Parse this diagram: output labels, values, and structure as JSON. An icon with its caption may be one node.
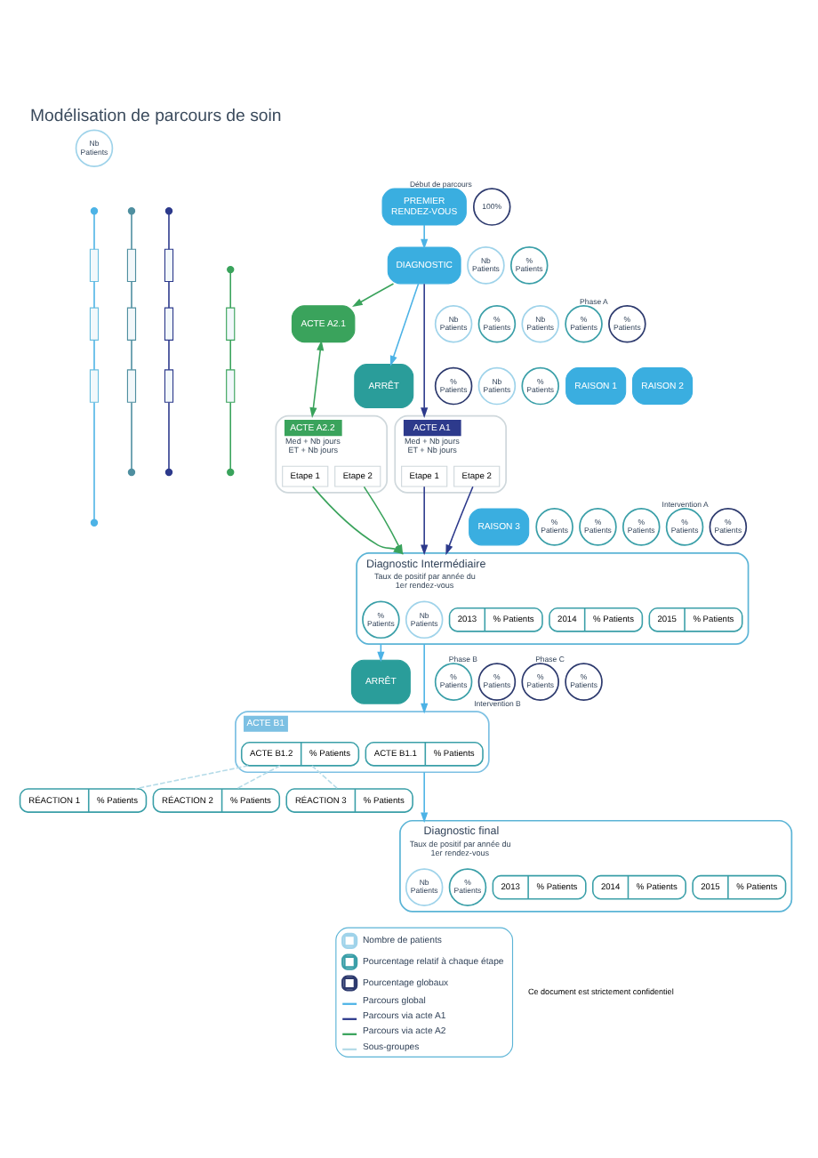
{
  "diagram": {
    "title": "Modélisation de parcours de soin",
    "nodes": [
      {
        "text": [
          "Nb Patients"
        ]
      },
      {
        "text": [
          "PREMIER RENDEZ-VOUS"
        ]
      },
      {
        "text": [
          "100%"
        ],
        "beside": [
          "Début de parcours"
        ]
      },
      {
        "text": [
          "Nb Patients"
        ]
      },
      {
        "text": [
          "DIAGNOSTIC"
        ]
      },
      {
        "text": [
          "% Patients"
        ]
      },
      {
        "text": [
          "% Patients"
        ],
        "beside": [
          "Phase A"
        ]
      },
      {
        "text": [
          "Nb Patients"
        ]
      },
      {
        "text": [
          "% Patients"
        ]
      },
      {
        "text": [
          "% Patients"
        ]
      },
      {
        "text": [
          "Nb Patients"
        ]
      },
      {
        "text": [
          "% Patients"
        ]
      },
      {
        "text": [
          "Nb Patients"
        ]
      },
      {
        "text": [
          "% Patients"
        ]
      },
      {
        "text": [
          "ACTE A2.1"
        ]
      },
      {
        "text": [
          "ARRÊT"
        ]
      },
      {
        "text": [
          "RAISON 1"
        ]
      },
      {
        "text": [
          "RAISON 2"
        ]
      },
      {
        "text": [
          "RAISON 3"
        ]
      },
      {
        "text": [
          "ACTE A2.2",
          "Med + Nb jours ET + Nb jours"
        ]
      },
      {
        "text": [
          "Etape 1"
        ],
        "in": 19
      },
      {
        "text": [
          "Etape 2"
        ],
        "in": 19
      },
      {
        "text": [
          "ACTE A1",
          "Med + Nb jours ET + Nb jours"
        ]
      },
      {
        "text": [
          "Etape 1"
        ],
        "in": 22
      },
      {
        "text": [
          "Etape 2"
        ],
        "in": 22
      },
      {
        "text": [
          "% Patients"
        ],
        "beside": [
          "Intervention A"
        ]
      },
      {
        "text": [
          "% Patients"
        ]
      },
      {
        "text": [
          "% Patients"
        ]
      },
      {
        "text": [
          "% Patients"
        ]
      },
      {
        "text": [
          "% Patients"
        ]
      },
      {
        "text": [
          "% Patients"
        ],
        "beside": [
          "Phase B"
        ]
      },
      {
        "text": [
          "Diagnostic Intermédiaire",
          "Taux de positif par année du 1er rendez-vous"
        ]
      },
      {
        "text": [
          "Nb Patients"
        ],
        "in": 31
      },
      {
        "text": [
          "% Patients"
        ],
        "in": 31
      },
      {
        "text": [
          "2013",
          "% Patients"
        ],
        "in": 31
      },
      {
        "text": [
          "2014",
          "% Patients"
        ],
        "in": 31
      },
      {
        "text": [
          "2015",
          "% Patients"
        ],
        "in": 31
      },
      {
        "text": [
          "% Patients"
        ]
      },
      {
        "text": [
          "ARRÊT"
        ]
      },
      {
        "text": [
          "% Patients"
        ],
        "beside": [
          "Intervention B"
        ]
      },
      {
        "text": [
          "ACTE B1"
        ]
      },
      {
        "text": [
          "ACTE B1.1",
          "% Patients"
        ],
        "in": 40
      },
      {
        "text": [
          "ACTE B1.2",
          "% Patients"
        ],
        "in": 40
      },
      {
        "text": [
          "RÉACTION 1",
          "% Patients"
        ]
      },
      {
        "text": [
          "RÉACTION 2",
          "% Patients"
        ]
      },
      {
        "text": [
          "RÉACTION 3",
          "% Patients"
        ]
      },
      {
        "text": [
          "% Patients"
        ],
        "beside": [
          "Phase C"
        ]
      },
      {
        "text": [
          "Diagnostic final",
          "Taux de positif par année du 1er rendez-vous"
        ]
      },
      {
        "text": [
          "Nb Patients"
        ],
        "in": 47
      },
      {
        "text": [
          "% Patients"
        ],
        "in": 47
      },
      {
        "text": [
          "2013",
          "% Patients"
        ],
        "in": 47
      },
      {
        "text": [
          "2014",
          "% Patients"
        ],
        "in": 47
      },
      {
        "text": [
          "2015",
          "% Patients"
        ],
        "in": 47
      },
      {
        "text": [],
        "shape": "bar"
      },
      {
        "text": [],
        "shape": "bar"
      },
      {
        "text": [],
        "shape": "bar"
      },
      {
        "text": [],
        "shape": "bar"
      },
      {
        "text": [],
        "shape": "bar"
      },
      {
        "text": [],
        "shape": "bar"
      },
      {
        "text": [],
        "shape": "bar"
      },
      {
        "text": [],
        "shape": "bar"
      },
      {
        "text": [],
        "shape": "bar"
      },
      {
        "text": [],
        "shape": "bar"
      },
      {
        "text": [],
        "shape": "bar"
      }
    ],
    "edges": [
      {
        "from": 1,
        "to": 4,
        "arrow": "to"
      },
      {
        "from": 4,
        "to": 22,
        "arrow": "to",
        "color": "#2d3a8c"
      },
      {
        "from": 4,
        "to": 14,
        "arrow": "to",
        "color": "#3aa35c"
      },
      {
        "from": 4,
        "to": 15,
        "arrow": "to"
      },
      {
        "from": 14,
        "to": 19,
        "arrow": "both",
        "color": "#3aa35c"
      },
      {
        "from": 20,
        "to": 31,
        "arrow": "to",
        "color": "#3aa35c"
      },
      {
        "from": 21,
        "to": 31,
        "arrow": "to",
        "color": "#3aa35c"
      },
      {
        "from": 23,
        "to": 31,
        "arrow": "to",
        "color": "#2d3a8c"
      },
      {
        "from": 24,
        "to": 31,
        "arrow": "to",
        "color": "#2d3a8c"
      },
      {
        "from": 31,
        "to": 38,
        "arrow": "to"
      },
      {
        "from": 31,
        "to": 40,
        "arrow": "to"
      },
      {
        "from": 42,
        "to": 43,
        "arrow": "none",
        "style": "dashed",
        "color": "#b5dbe8"
      },
      {
        "from": 42,
        "to": 44,
        "arrow": "none",
        "style": "dashed",
        "color": "#b5dbe8"
      },
      {
        "from": 42,
        "to": 45,
        "arrow": "none",
        "style": "dashed",
        "color": "#b5dbe8"
      },
      {
        "from": 40,
        "to": 47,
        "arrow": "to"
      },
      {
        "from": null,
        "to": 53,
        "arrow": "other"
      },
      {
        "from": 53,
        "to": 54,
        "arrow": "none"
      },
      {
        "from": 54,
        "to": 55,
        "arrow": "none"
      },
      {
        "from": 55,
        "to": null,
        "arrow": "other"
      },
      {
        "from": null,
        "to": 56,
        "arrow": "other",
        "color": "#4f8fa0"
      },
      {
        "from": 56,
        "to": 57,
        "arrow": "none",
        "color": "#4f8fa0"
      },
      {
        "from": 57,
        "to": 58,
        "arrow": "none",
        "color": "#4f8fa0"
      },
      {
        "from": 58,
        "to": null,
        "arrow": "other",
        "color": "#4f8fa0"
      },
      {
        "from": null,
        "to": 59,
        "arrow": "other",
        "color": "#2d3a8c"
      },
      {
        "from": 59,
        "to": 60,
        "arrow": "none",
        "color": "#2d3a8c"
      },
      {
        "from": 60,
        "to": 61,
        "arrow": "none",
        "color": "#2d3a8c"
      },
      {
        "from": 61,
        "to": null,
        "arrow": "other",
        "color": "#2d3a8c"
      },
      {
        "from": null,
        "to": 62,
        "arrow": "other",
        "color": "#3aa35c"
      },
      {
        "from": 62,
        "to": 63,
        "arrow": "none",
        "color": "#3aa35c"
      },
      {
        "from": 63,
        "to": null,
        "arrow": "other",
        "color": "#3aa35c"
      }
    ],
    "labels": [
      "Ce document est strictement confidentiel"
    ],
    "legend": [
      {
        "text": "Nombre de patients"
      },
      {
        "text": "Pourcentage relatif à chaque étape"
      },
      {
        "text": "Pourcentage globaux"
      },
      {
        "text": "Parcours global"
      },
      {
        "text": "Parcours via acte A1"
      },
      {
        "text": "Parcours via acte A2"
      },
      {
        "text": "Sous-groupes"
      }
    ]
  }
}
